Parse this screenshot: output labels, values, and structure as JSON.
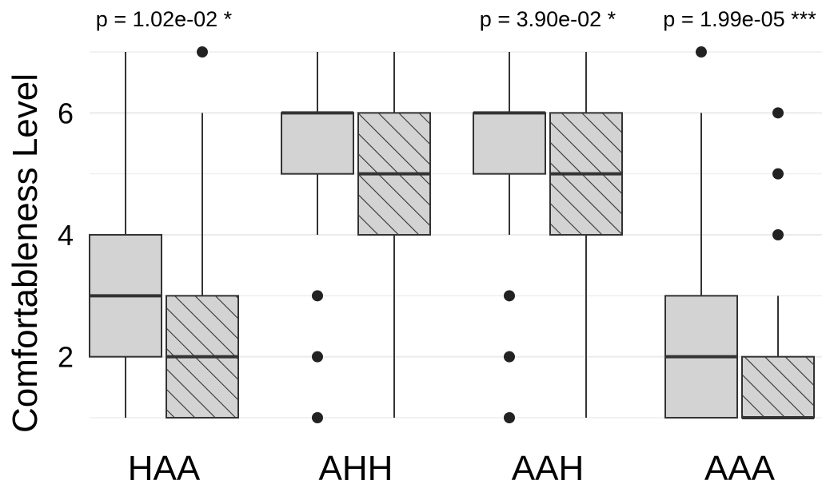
{
  "chart_data": {
    "type": "boxplot",
    "title": "",
    "xlabel": "",
    "ylabel": "Comfortableness Level",
    "ylim": [
      0.9,
      7.1
    ],
    "yticks": [
      2,
      4,
      6
    ],
    "categories": [
      "HAA",
      "AHH",
      "AAH",
      "AAA"
    ],
    "grid": "horizontal",
    "legend": "none",
    "groups": [
      {
        "category": "HAA",
        "annotation": "p = 1.02e-02 *",
        "boxes": [
          {
            "variant": "plain",
            "whisker_low": 1,
            "q1": 2,
            "median": 3,
            "q3": 4,
            "whisker_high": 7,
            "outliers": []
          },
          {
            "variant": "hatched",
            "whisker_low": 1,
            "q1": 1,
            "median": 2,
            "q3": 3,
            "whisker_high": 6,
            "outliers": [
              7
            ]
          }
        ]
      },
      {
        "category": "AHH",
        "annotation": "",
        "boxes": [
          {
            "variant": "plain",
            "whisker_low": 4,
            "q1": 5,
            "median": 6,
            "q3": 6,
            "whisker_high": 7,
            "outliers": [
              3,
              2,
              1
            ]
          },
          {
            "variant": "hatched",
            "whisker_low": 1,
            "q1": 4,
            "median": 5,
            "q3": 6,
            "whisker_high": 7,
            "outliers": []
          }
        ]
      },
      {
        "category": "AAH",
        "annotation": "p = 3.90e-02 *",
        "boxes": [
          {
            "variant": "plain",
            "whisker_low": 4,
            "q1": 5,
            "median": 6,
            "q3": 6,
            "whisker_high": 7,
            "outliers": [
              3,
              2,
              1
            ]
          },
          {
            "variant": "hatched",
            "whisker_low": 1,
            "q1": 4,
            "median": 5,
            "q3": 6,
            "whisker_high": 7,
            "outliers": []
          }
        ]
      },
      {
        "category": "AAA",
        "annotation": "p = 1.99e-05 ***",
        "boxes": [
          {
            "variant": "plain",
            "whisker_low": 1,
            "q1": 1,
            "median": 2,
            "q3": 3,
            "whisker_high": 6,
            "outliers": [
              7
            ]
          },
          {
            "variant": "hatched",
            "whisker_low": 1,
            "q1": 1,
            "median": 1,
            "q3": 2,
            "whisker_high": 3,
            "outliers": [
              6,
              5,
              4
            ]
          }
        ]
      }
    ],
    "colors": {
      "box_fill": "#d3d3d3",
      "stroke": "#333333",
      "grid": "#ebebeb",
      "point": "#222222",
      "text": "#000000"
    }
  }
}
